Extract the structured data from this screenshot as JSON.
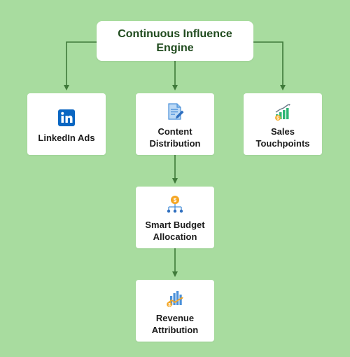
{
  "root": {
    "label": "Continuous Influence Engine"
  },
  "nodes": {
    "linkedin": {
      "label": "LinkedIn Ads",
      "icon": "linkedin-icon"
    },
    "content": {
      "label": "Content Distribution",
      "icon": "document-edit-icon"
    },
    "sales": {
      "label": "Sales Touchpoints",
      "icon": "growth-chart-icon"
    },
    "budget": {
      "label": "Smart Budget Allocation",
      "icon": "budget-allocation-icon"
    },
    "revenue": {
      "label": "Revenue Attribution",
      "icon": "revenue-chart-icon"
    }
  },
  "colors": {
    "background": "#a8dc9f",
    "connector": "#3f7a3a",
    "root_text": "#1f4a1d",
    "linkedin_blue": "#0a66c2"
  }
}
